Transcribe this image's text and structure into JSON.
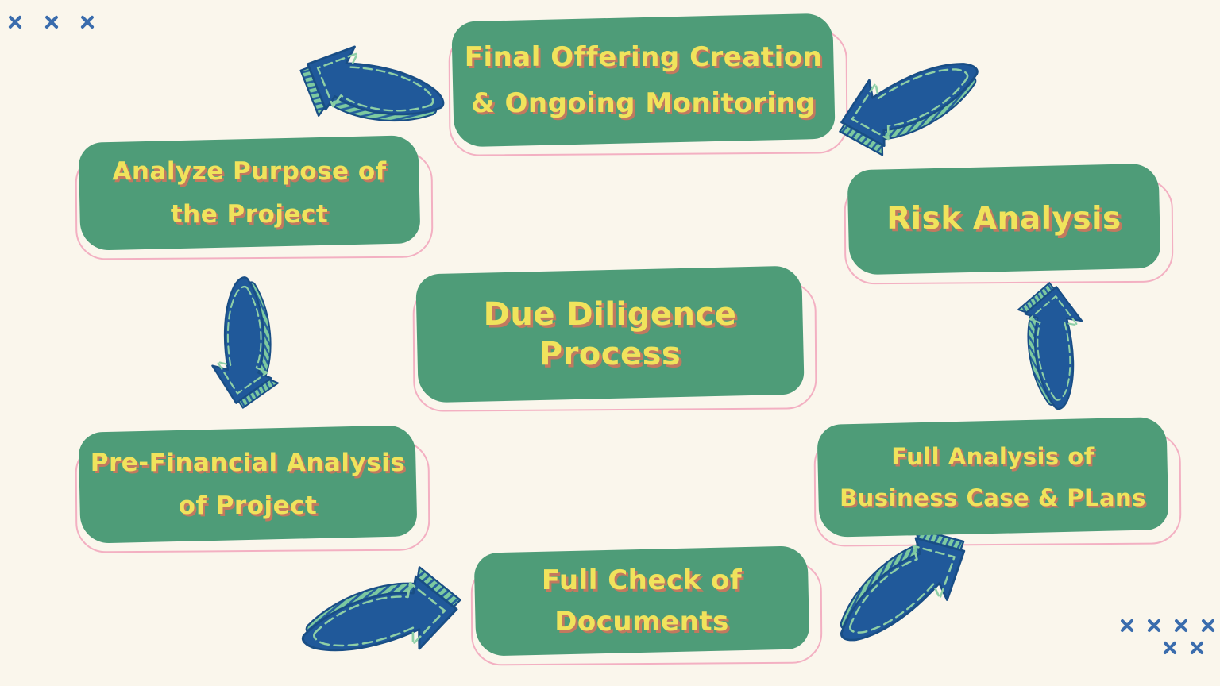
{
  "title": "Due Diligence Process",
  "palette": {
    "background": "#FAF6EC",
    "box_green": "#4E9C78",
    "label_yellow": "#F0E35C",
    "label_shadow": "#C2795F",
    "outline_pink": "#F3B0C2",
    "arrow_blue": "#20599A",
    "arrow_mint": "#7CC9A0",
    "cross_blue": "#3A6CAD"
  },
  "center_box": {
    "line1": "Due Diligence",
    "line2": "Process"
  },
  "steps": [
    {
      "id": "final-offering-creation",
      "line1": "Final Offering Creation",
      "line2": "& Ongoing Monitoring"
    },
    {
      "id": "analyze-purpose",
      "line1": "Analyze Purpose of",
      "line2": "the Project"
    },
    {
      "id": "pre-financial-analysis",
      "line1": "Pre-Financial Analysis",
      "line2": "of Project"
    },
    {
      "id": "full-check-documents",
      "line1": "Full Check of",
      "line2": "Documents"
    },
    {
      "id": "full-analysis-business",
      "line1": "Full Analysis of",
      "line2": "Business Case & PLans"
    },
    {
      "id": "risk-analysis",
      "line1": "Risk Analysis",
      "line2": ""
    }
  ],
  "arrows": [
    "curved-arrow-final-offering-to-analyze-purpose",
    "curved-arrow-analyze-purpose-to-pre-financial",
    "curved-arrow-pre-financial-to-full-check",
    "curved-arrow-full-check-to-full-analysis",
    "curved-arrow-full-analysis-to-risk-analysis",
    "curved-arrow-risk-analysis-to-final-offering"
  ],
  "decorations": {
    "top_left_crosses": 3,
    "bottom_right_crosses": 6
  }
}
